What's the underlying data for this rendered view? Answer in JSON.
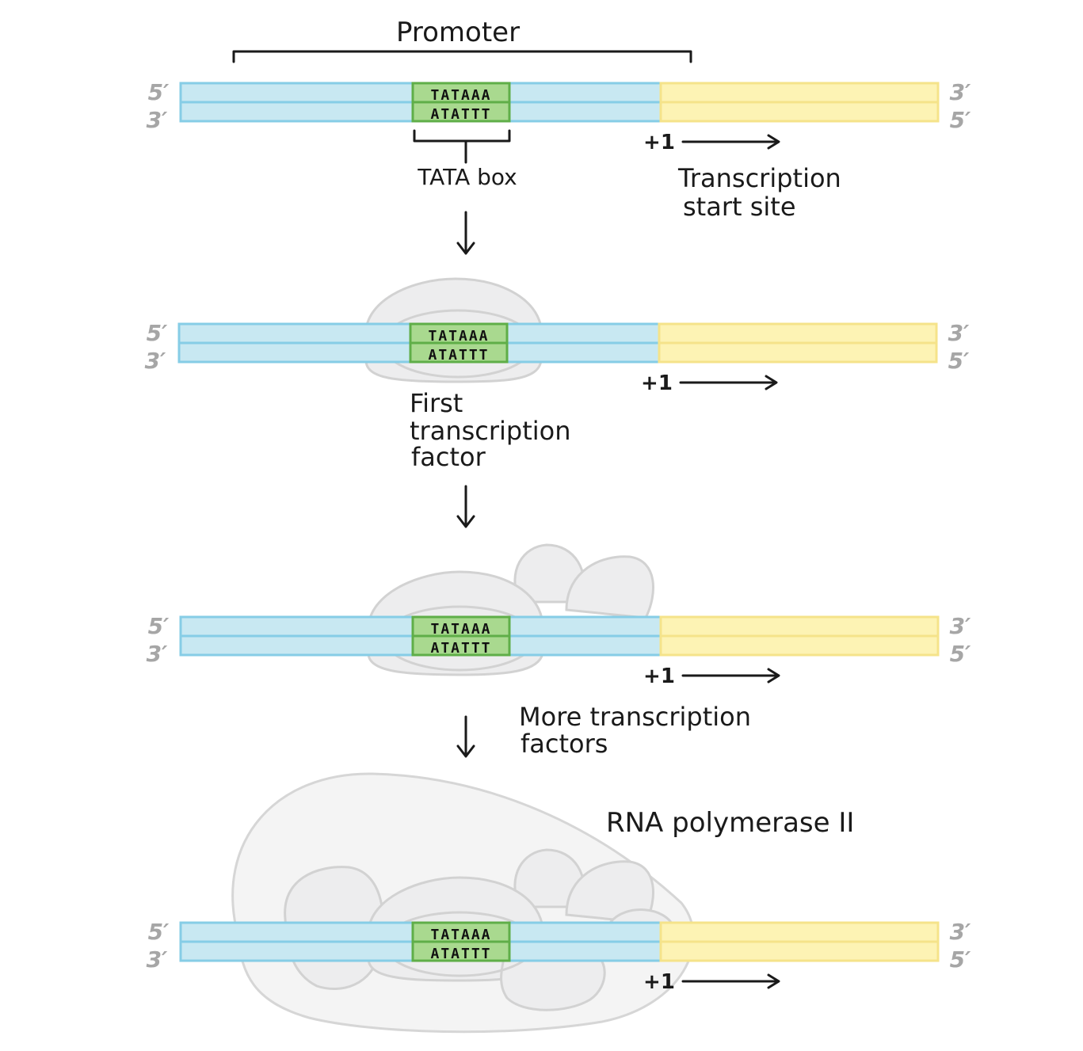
{
  "labels": {
    "promoter": "Promoter",
    "tata_box": "TATA box",
    "tss_line1": "Transcription",
    "tss_line2": "start site",
    "first_tf_line1": "First",
    "first_tf_line2": "transcription",
    "first_tf_line3": "factor",
    "more_tf_line1": "More transcription",
    "more_tf_line2": "factors",
    "rna_pol": "RNA polymerase II",
    "plus_one": "+1"
  },
  "strand_ends": {
    "left_top": "5′",
    "left_bottom": "3′",
    "right_top": "3′",
    "right_bottom": "5′"
  },
  "sequence": {
    "top": "TATAAA",
    "bottom": "ATATTT"
  },
  "colors": {
    "promoter_dna": "#c8e8f2",
    "promoter_dna_edge": "#86cde6",
    "gene_dna": "#fdf3b4",
    "gene_dna_edge": "#f5e38a",
    "tata_fill": "#a9d98f",
    "tata_edge": "#5fae48",
    "protein_fill": "#ededee",
    "protein_edge": "#d2d2d2"
  }
}
